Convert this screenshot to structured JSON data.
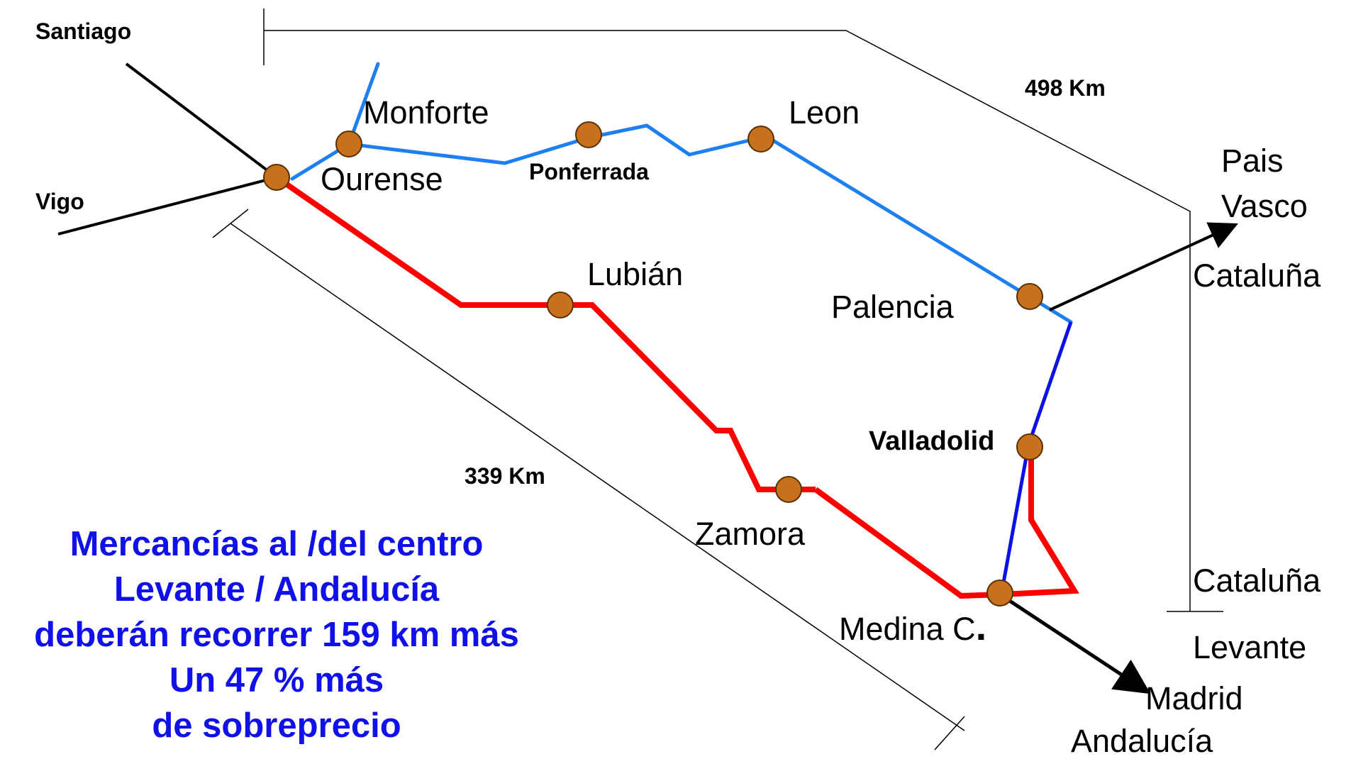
{
  "colors": {
    "old_route": "#1e7ff0",
    "new_route": "#ff0000",
    "connector": "#0a12e6",
    "stations": "#c8711c",
    "station_outline": "#5a3000",
    "note_text": "#1010e8"
  },
  "cities": {
    "santiago": "Santiago",
    "vigo": "Vigo",
    "monforte": "Monforte",
    "ourense": "Ourense",
    "ponferrada": "Ponferrada",
    "leon": "Leon",
    "palencia": "Palencia",
    "lubian": "Lubián",
    "valladolid": "Valladolid",
    "zamora": "Zamora",
    "medina_c": "Medina C",
    "medina_dot": "."
  },
  "destinations": {
    "pais": "Pais",
    "vasco": "Vasco",
    "cataluna_top": "Cataluña",
    "cataluna_bottom": "Cataluña",
    "levante": "Levante",
    "madrid": "Madrid",
    "andalucia": "Andalucía"
  },
  "distances": {
    "northern": "498 Km",
    "southern": "339 Km"
  },
  "note": {
    "line1": "Mercancías al /del centro",
    "line2": "Levante / Andalucía",
    "line3": "deberán recorrer 159 km más",
    "line4": "Un 47 % más",
    "line5": "de sobreprecio"
  }
}
